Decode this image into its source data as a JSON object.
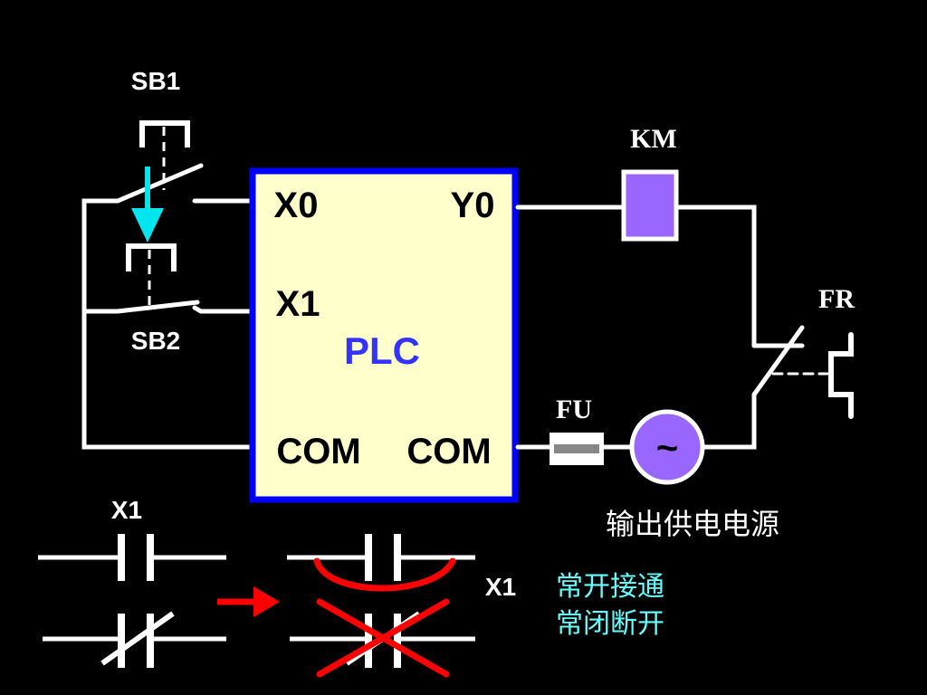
{
  "labels": {
    "sb1": "SB1",
    "sb2": "SB2",
    "km": "KM",
    "fr": "FR",
    "fu": "FU",
    "x1_contacts": "X1",
    "x1_note": "X1"
  },
  "plc": {
    "name": "PLC",
    "x0": "X0",
    "x1": "X1",
    "y0": "Y0",
    "com_left": "COM",
    "com_right": "COM"
  },
  "power_source": {
    "symbol": "~",
    "caption": "输出供电电源"
  },
  "explanation": {
    "line1": "常开接通",
    "line2": "常闭断开"
  },
  "colors": {
    "background": "#000000",
    "wire": "#FFFFFF",
    "plc_fill": "#FFFFCC",
    "plc_border": "#0000FF",
    "plc_label": "#3333FF",
    "km_coil": "#9966FF",
    "source": "#9966FF",
    "press_arrow": "#00E5EE",
    "transition_arrow": "#FF0000",
    "note_text": "#66FFFF"
  }
}
